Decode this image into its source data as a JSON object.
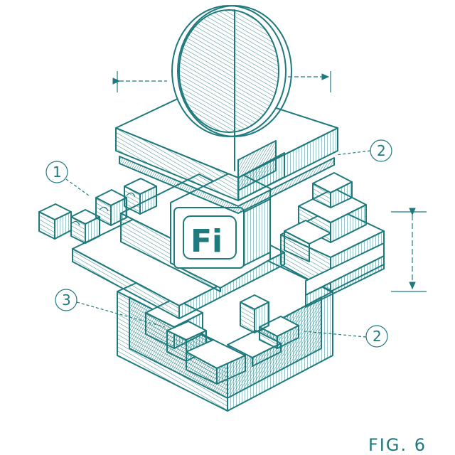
{
  "figure": {
    "label": "FIG. 6"
  },
  "logo": {
    "text": "Fi"
  },
  "callouts": [
    {
      "id": "callout-1",
      "text": "1"
    },
    {
      "id": "callout-2a",
      "text": "2"
    },
    {
      "id": "callout-3",
      "text": "3"
    },
    {
      "id": "callout-2b",
      "text": "2"
    }
  ],
  "colors": {
    "ink": "#1f7a7e",
    "background": "#ffffff"
  }
}
